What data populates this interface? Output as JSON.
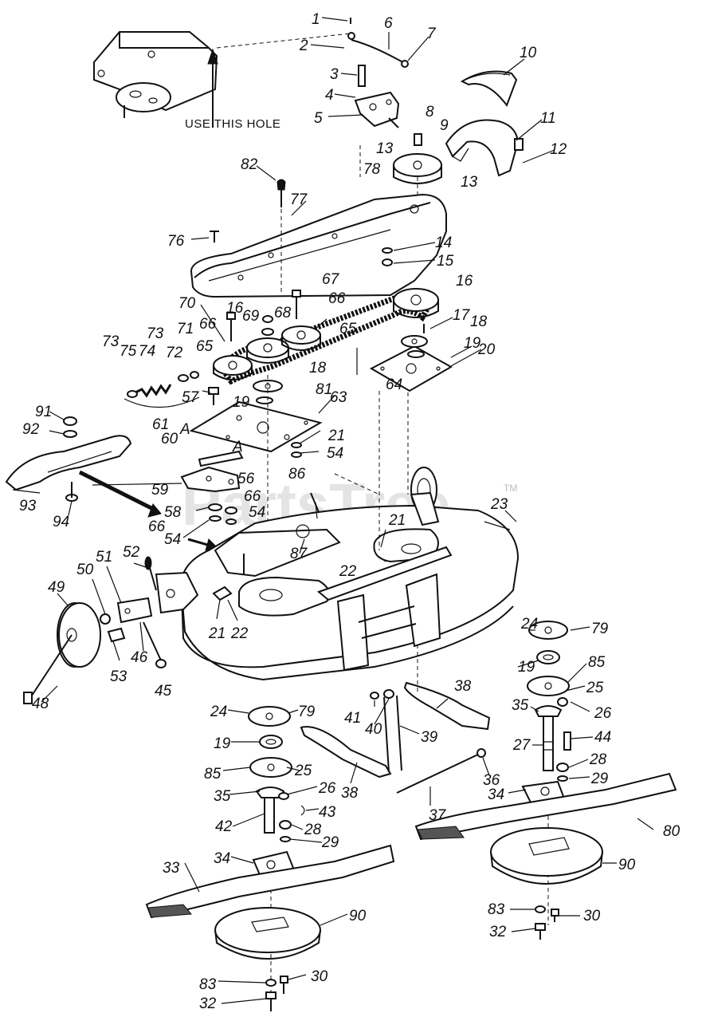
{
  "note": {
    "text": "USE THIS HOLE"
  },
  "watermark": {
    "text": "PartsTree",
    "tm": "TM"
  },
  "labels": {
    "p1": "1",
    "p2": "2",
    "p3": "3",
    "p4": "4",
    "p5": "5",
    "p6": "6",
    "p7": "7",
    "p8": "8",
    "p9": "9",
    "p10": "10",
    "p11": "11",
    "p12": "12",
    "p13a": "13",
    "p13b": "13",
    "p14": "14",
    "p15": "15",
    "p16a": "16",
    "p16b": "16",
    "p17": "17",
    "p18a": "18",
    "p18b": "18",
    "p19a": "19",
    "p19b": "19",
    "p19c": "19",
    "p19d": "19",
    "p20": "20",
    "p21a": "21",
    "p21b": "21",
    "p21c": "21",
    "p22a": "22",
    "p22b": "22",
    "p23": "23",
    "p24a": "24",
    "p24b": "24",
    "p25a": "25",
    "p25b": "25",
    "p26a": "26",
    "p26b": "26",
    "p27": "27",
    "p28a": "28",
    "p28b": "28",
    "p29a": "29",
    "p29b": "29",
    "p30a": "30",
    "p30b": "30",
    "p32a": "32",
    "p32b": "32",
    "p33": "33",
    "p34a": "34",
    "p34b": "34",
    "p35a": "35",
    "p35b": "35",
    "p36": "36",
    "p37": "37",
    "p38a": "38",
    "p38b": "38",
    "p39": "39",
    "p40": "40",
    "p41": "41",
    "p42": "42",
    "p43": "43",
    "p44": "44",
    "p45": "45",
    "p46": "46",
    "p48": "48",
    "p49": "49",
    "p50": "50",
    "p51": "51",
    "p52": "52",
    "p53": "53",
    "p54a": "54",
    "p54b": "54",
    "p54c": "54",
    "p56": "56",
    "p57": "57",
    "p58": "58",
    "p59": "59",
    "p60": "60",
    "p61": "61",
    "p63": "63",
    "p64": "64",
    "p65a": "65",
    "p65b": "65",
    "p66a": "66",
    "p66b": "66",
    "p66c": "66",
    "p66d": "66",
    "p67": "67",
    "p68": "68",
    "p69": "69",
    "p70": "70",
    "p71": "71",
    "p72": "72",
    "p73a": "73",
    "p73b": "73",
    "p74": "74",
    "p75": "75",
    "p76": "76",
    "p77": "77",
    "p78": "78",
    "p79a": "79",
    "p79b": "79",
    "p80": "80",
    "p81": "81",
    "p82": "82",
    "p83a": "83",
    "p83b": "83",
    "p85a": "85",
    "p85b": "85",
    "p86": "86",
    "p87": "87",
    "p90a": "90",
    "p90b": "90",
    "p91": "91",
    "p92": "92",
    "p93": "93",
    "p94": "94",
    "refA1": "A",
    "refA2": "A"
  }
}
